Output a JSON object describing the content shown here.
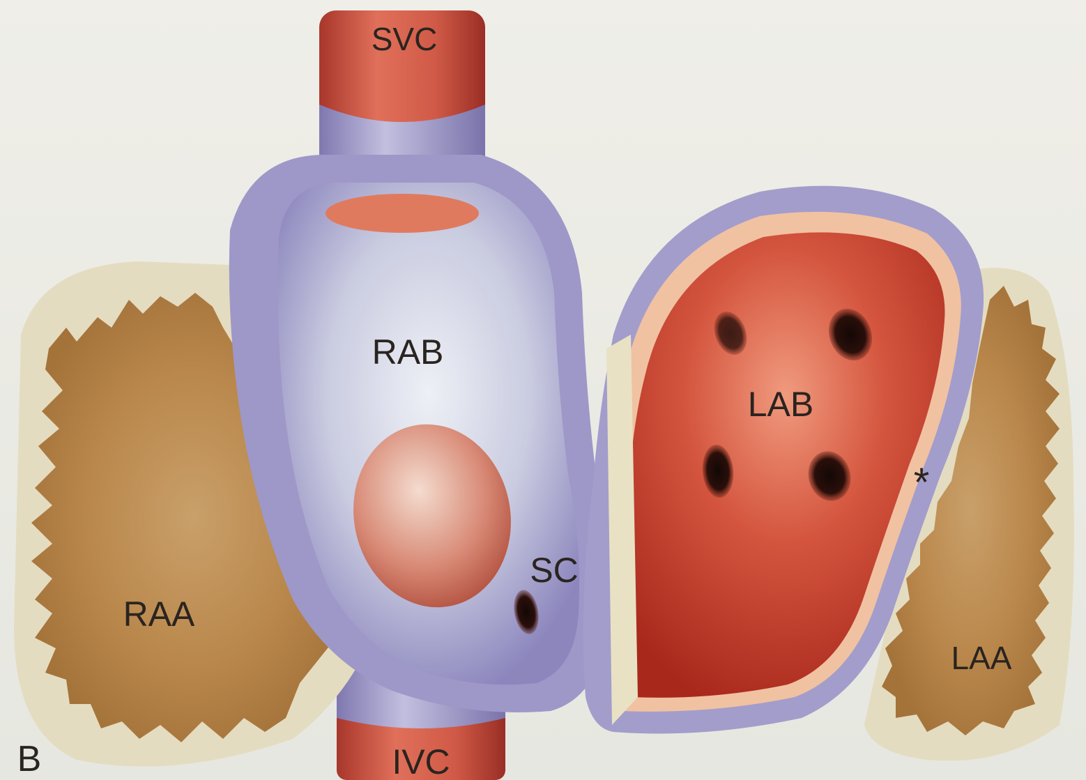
{
  "figure": {
    "panel_letter": "B",
    "labels": {
      "svc": "SVC",
      "ivc": "IVC",
      "rab": "RAB",
      "sc": "SC",
      "raa": "RAA",
      "lab": "LAB",
      "laa": "LAA",
      "asterisk": "*"
    }
  }
}
